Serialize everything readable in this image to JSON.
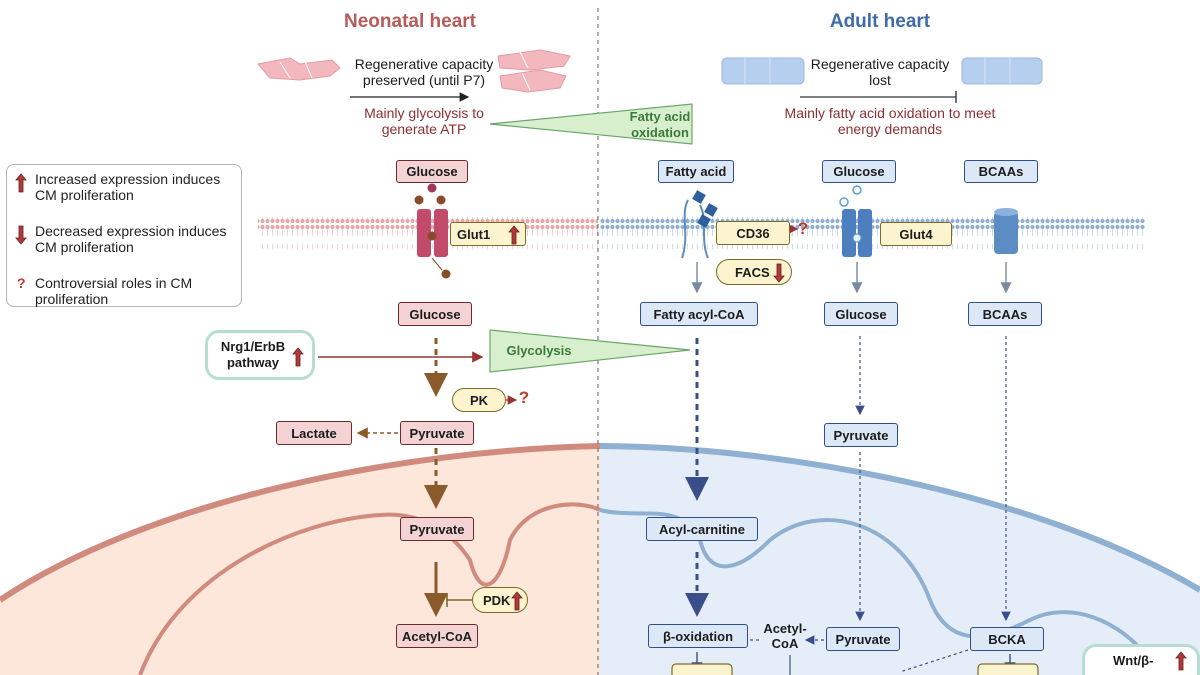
{
  "titles": {
    "left": "Neonatal heart",
    "right": "Adult heart"
  },
  "left_header": {
    "capacity": "Regenerative capacity preserved (until P7)",
    "metabolism": "Mainly glycolysis to generate ATP"
  },
  "right_header": {
    "capacity": "Regenerative capacity lost",
    "metabolism": "Mainly fatty acid oxidation to meet energy demands"
  },
  "fatty_acid_oxidation": "Fatty acid oxidation",
  "glycolysis": "Glycolysis",
  "legend": {
    "increased": "Increased expression induces CM proliferation",
    "decreased": "Decreased expression induces CM proliferation",
    "controversial": "Controversial roles in CM proliferation",
    "q": "?"
  },
  "nodes": {
    "glucose_out_left": "Glucose",
    "glut1": "Glut1",
    "glucose_in_left": "Glucose",
    "nrg1": "Nrg1/ErbB pathway",
    "pk": "PK",
    "lactate": "Lactate",
    "pyruvate_cyto_left": "Pyruvate",
    "pyruvate_mito_left": "Pyruvate",
    "pdk": "PDK",
    "acetyl_coa_left": "Acetyl-CoA",
    "fatty_acid": "Fatty acid",
    "cd36": "CD36",
    "facs": "FACS",
    "fatty_acyl_coa": "Fatty acyl-CoA",
    "acyl_carnitine": "Acyl-carnitine",
    "beta_oxidation": "β-oxidation",
    "acetyl_coa_right": "Acetyl-CoA",
    "glucose_out_right": "Glucose",
    "glut4": "Glut4",
    "glucose_in_right": "Glucose",
    "pyruvate_cyto_right": "Pyruvate",
    "pyruvate_mito_right": "Pyruvate",
    "bcaas_out": "BCAAs",
    "bcaas_in": "BCAAs",
    "bcka": "BCKA",
    "wnt": "Wnt/β-"
  },
  "colors": {
    "neonatal_title": "#b65a5a",
    "adult_title": "#3e6ca6",
    "metabolism_text": "#8e2f2f",
    "green_text": "#3b7a3b",
    "up_arrow": "#b03a3a"
  }
}
